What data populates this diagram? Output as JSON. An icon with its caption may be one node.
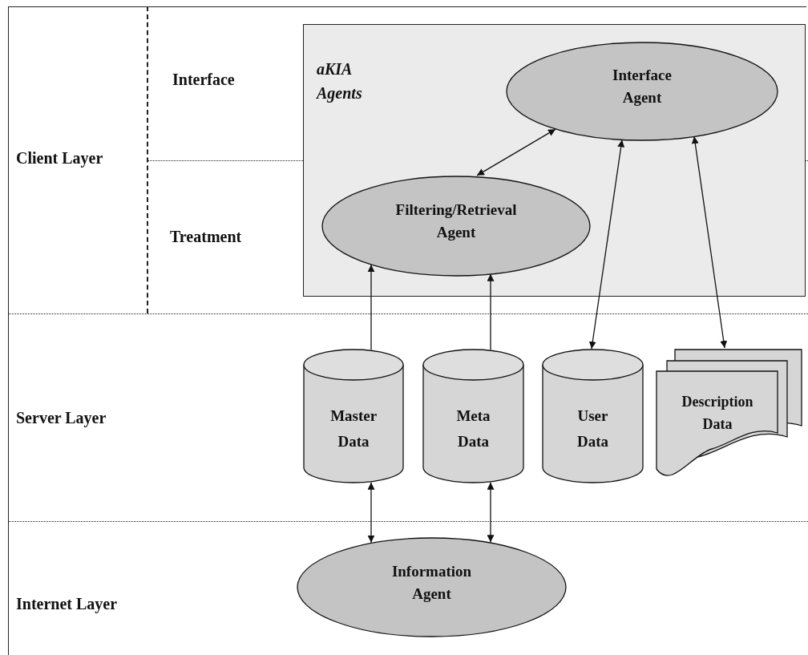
{
  "diagram": {
    "nodes": [
      {
        "text": [
          "aKIA Agents"
        ]
      },
      {
        "text": [
          "Interface Agent"
        ],
        "in": 0
      },
      {
        "text": [
          "Filtering/Retrieval Agent"
        ],
        "in": 0
      },
      {
        "text": [
          "Master Data"
        ]
      },
      {
        "text": [
          "Meta Data"
        ]
      },
      {
        "text": [
          "User Data"
        ]
      },
      {
        "text": [
          "Description Data"
        ]
      },
      {
        "text": [
          "Information Agent"
        ]
      }
    ],
    "edges": [
      {
        "from": 1,
        "to": 2,
        "arrow": "both"
      },
      {
        "from": 3,
        "to": 2,
        "arrow": "to"
      },
      {
        "from": 4,
        "to": 2,
        "arrow": "to"
      },
      {
        "from": 1,
        "to": 5,
        "arrow": "both"
      },
      {
        "from": 1,
        "to": 6,
        "arrow": "both"
      },
      {
        "from": 3,
        "to": 7,
        "arrow": "both"
      },
      {
        "from": 4,
        "to": 7,
        "arrow": "both"
      }
    ],
    "labels": [
      "Interface",
      "Client Layer",
      "Treatment",
      "Server Layer",
      "Internet Layer"
    ]
  }
}
